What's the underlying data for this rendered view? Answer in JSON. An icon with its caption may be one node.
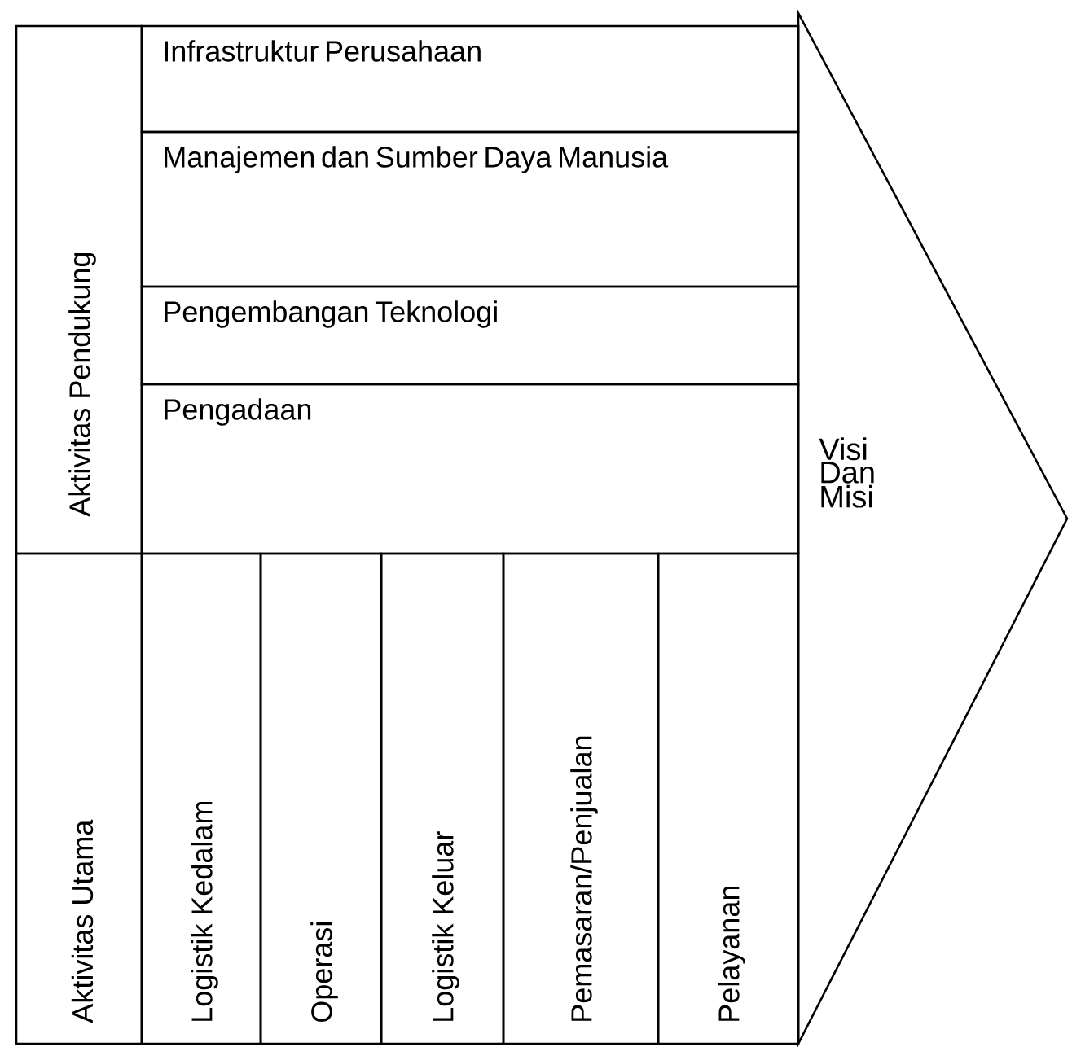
{
  "diagram": {
    "nodes": [
      {
        "text": [
          "Aktivitas Pendukung"
        ]
      },
      {
        "text": [
          "Infrastruktur Perusahaan"
        ]
      },
      {
        "text": [
          "Manajemen dan Sumber Daya Manusia"
        ]
      },
      {
        "text": [
          "Pengembangan Teknologi"
        ]
      },
      {
        "text": [
          "Pengadaan"
        ]
      },
      {
        "text": [
          "Aktivitas Utama"
        ]
      },
      {
        "text": [
          "Logistik Kedalam"
        ]
      },
      {
        "text": [
          "Operasi"
        ]
      },
      {
        "text": [
          "Logistik Keluar"
        ]
      },
      {
        "text": [
          "Pemasaran/Penjualan"
        ]
      },
      {
        "text": [
          "Pelayanan"
        ]
      },
      {
        "text": [
          "Visi Dan Misi"
        ]
      }
    ]
  }
}
